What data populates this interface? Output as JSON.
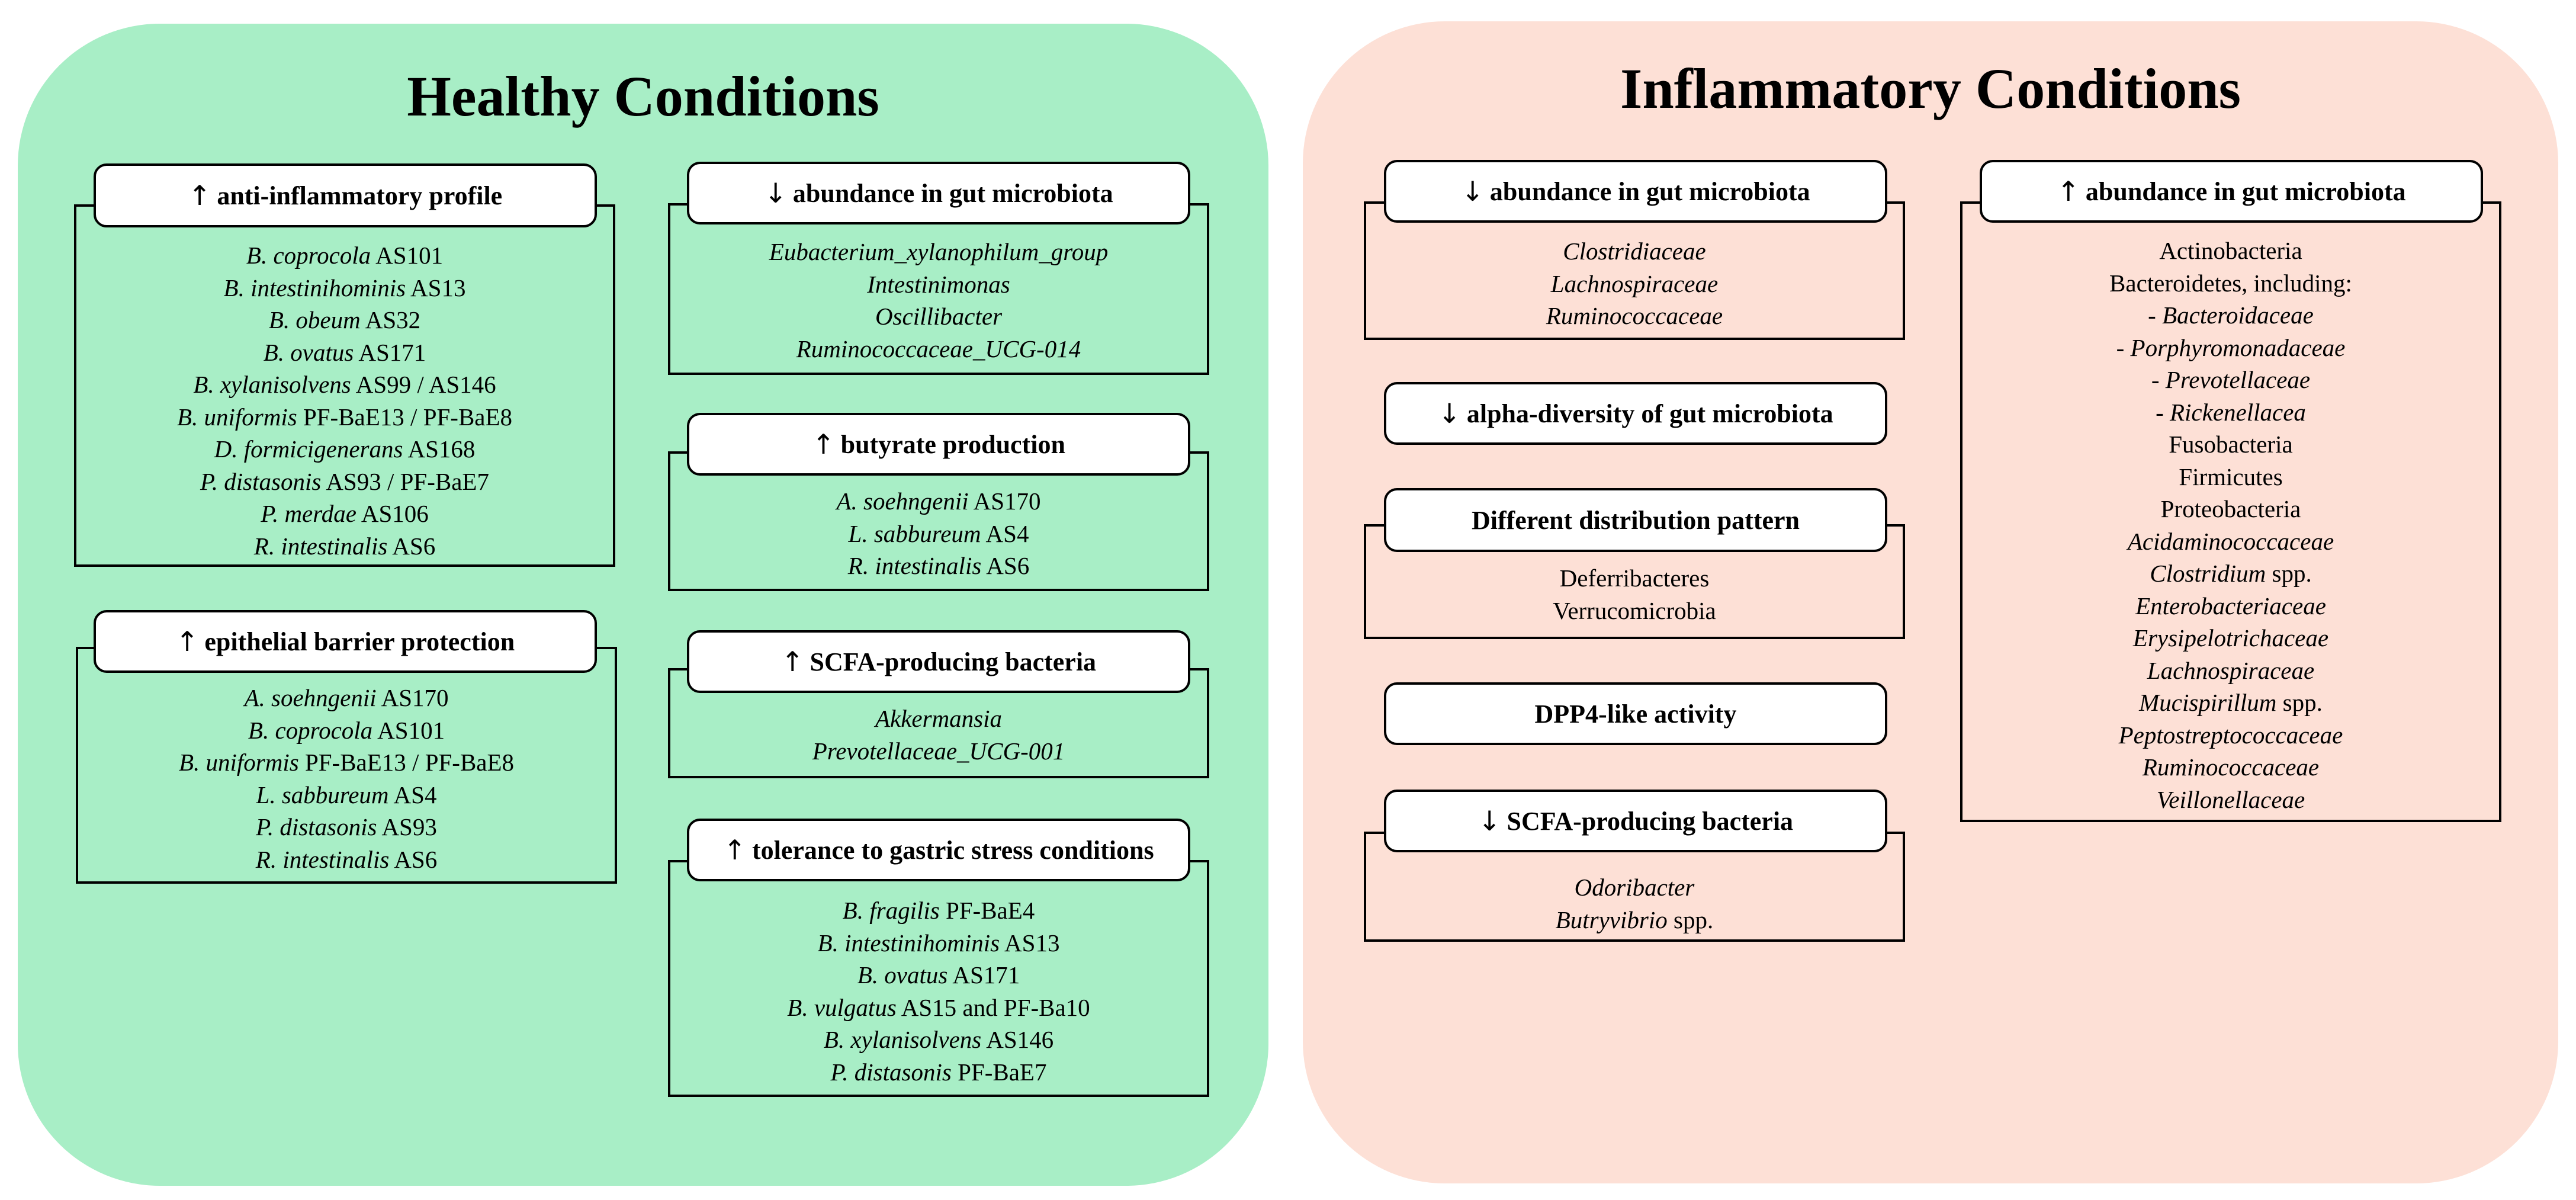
{
  "healthy": {
    "title": "Healthy Conditions",
    "boxes": {
      "anti_inflammatory": {
        "arrow": "↑",
        "label": "anti-inflammatory profile",
        "items": [
          {
            "i": "B. coprocola",
            "n": " AS101"
          },
          {
            "i": "B. intestinihominis",
            "n": " AS13"
          },
          {
            "i": "B. obeum",
            "n": " AS32"
          },
          {
            "i": "B. ovatus",
            "n": " AS171"
          },
          {
            "i": "B. xylanisolvens",
            "n": " AS99 / AS146"
          },
          {
            "i": "B. uniformis",
            "n": " PF-BaE13 / PF-BaE8"
          },
          {
            "i": "D. formicigenerans",
            "n": " AS168"
          },
          {
            "i": "P. distasonis",
            "n": " AS93 / PF-BaE7"
          },
          {
            "i": "P. merdae",
            "n": " AS106"
          },
          {
            "i": "R. intestinalis",
            "n": " AS6"
          }
        ]
      },
      "epithelial": {
        "arrow": "↑",
        "label": "epithelial barrier protection",
        "items": [
          {
            "i": "A. soehngenii",
            "n": " AS170"
          },
          {
            "i": "B. coprocola",
            "n": " AS101"
          },
          {
            "i": "B. uniformis",
            "n": " PF-BaE13 / PF-BaE8"
          },
          {
            "i": "L. sabbureum",
            "n": " AS4"
          },
          {
            "i": "P. distasonis",
            "n": " AS93"
          },
          {
            "i": "R. intestinalis",
            "n": " AS6"
          }
        ]
      },
      "decreased_abundance": {
        "arrow": "↓",
        "label": "abundance in gut microbiota",
        "items": [
          {
            "i": "Eubacterium_xylanophilum_group",
            "n": ""
          },
          {
            "i": "Intestinimonas",
            "n": ""
          },
          {
            "i": "Oscillibacter",
            "n": ""
          },
          {
            "i": "Ruminococcaceae_UCG-014",
            "n": ""
          }
        ]
      },
      "butyrate": {
        "arrow": "↑",
        "label": "butyrate production",
        "items": [
          {
            "i": "A. soehngenii",
            "n": " AS170"
          },
          {
            "i": "L. sabbureum",
            "n": " AS4"
          },
          {
            "i": "R. intestinalis",
            "n": " AS6"
          }
        ]
      },
      "scfa": {
        "arrow": "↑",
        "label": "SCFA-producing bacteria",
        "items": [
          {
            "i": "Akkermansia",
            "n": ""
          },
          {
            "i": "Prevotellaceae_UCG-001",
            "n": ""
          }
        ]
      },
      "gastric": {
        "arrow": "↑",
        "label": "tolerance to gastric stress conditions",
        "items": [
          {
            "i": "B. fragilis",
            "n": " PF-BaE4"
          },
          {
            "i": "B. intestinihominis",
            "n": " AS13"
          },
          {
            "i": "B. ovatus",
            "n": " AS171"
          },
          {
            "i": "B. vulgatus",
            "n": " AS15 and PF-Ba10"
          },
          {
            "i": "B. xylanisolvens",
            "n": " AS146"
          },
          {
            "i": "P. distasonis",
            "n": " PF-BaE7"
          }
        ]
      }
    }
  },
  "inflammatory": {
    "title": "Inflammatory Conditions",
    "boxes": {
      "decreased_abundance": {
        "arrow": "↓",
        "label": "abundance in gut microbiota",
        "items": [
          {
            "i": "Clostridiaceae",
            "n": ""
          },
          {
            "i": "Lachnospiraceae",
            "n": ""
          },
          {
            "i": "Ruminococcaceae",
            "n": ""
          }
        ]
      },
      "alpha_diversity": {
        "arrow": "↓",
        "label": "alpha-diversity of gut microbiota"
      },
      "distribution": {
        "arrow": "",
        "label": "Different distribution pattern",
        "items": [
          {
            "i": "",
            "n": "Deferribacteres"
          },
          {
            "i": "",
            "n": "Verrucomicrobia"
          }
        ]
      },
      "dpp4": {
        "arrow": "",
        "label": "DPP4-like activity"
      },
      "scfa": {
        "arrow": "↓",
        "label": "SCFA-producing bacteria",
        "items": [
          {
            "i": "Odoribacter",
            "n": ""
          },
          {
            "i": "Butryvibrio",
            "n": " spp."
          }
        ]
      },
      "increased_abundance": {
        "arrow": "↑",
        "label": "abundance in gut microbiota",
        "items": [
          {
            "i": "",
            "n": "Actinobacteria"
          },
          {
            "i": "",
            "n": "Bacteroidetes, including:"
          },
          {
            "p": "- ",
            "i": "Bacteroidaceae",
            "n": ""
          },
          {
            "p": "- ",
            "i": "Porphyromonadaceae",
            "n": ""
          },
          {
            "p": "- ",
            "i": "Prevotellaceae",
            "n": ""
          },
          {
            "p": "- ",
            "i": "Rickenellacea",
            "n": ""
          },
          {
            "i": "",
            "n": "Fusobacteria"
          },
          {
            "i": "",
            "n": "Firmicutes"
          },
          {
            "i": "",
            "n": "Proteobacteria"
          },
          {
            "i": "Acidaminococcaceae",
            "n": ""
          },
          {
            "i": "Clostridium",
            "n": " spp."
          },
          {
            "i": "Enterobacteriaceae",
            "n": ""
          },
          {
            "i": "Erysipelotrichaceae",
            "n": ""
          },
          {
            "i": "Lachnospiraceae",
            "n": ""
          },
          {
            "i": "Mucispirillum",
            "n": " spp."
          },
          {
            "i": "Peptostreptococcaceae",
            "n": ""
          },
          {
            "i": "Ruminococcaceae",
            "n": ""
          },
          {
            "i": "Veillonellaceae",
            "n": ""
          }
        ]
      }
    }
  }
}
